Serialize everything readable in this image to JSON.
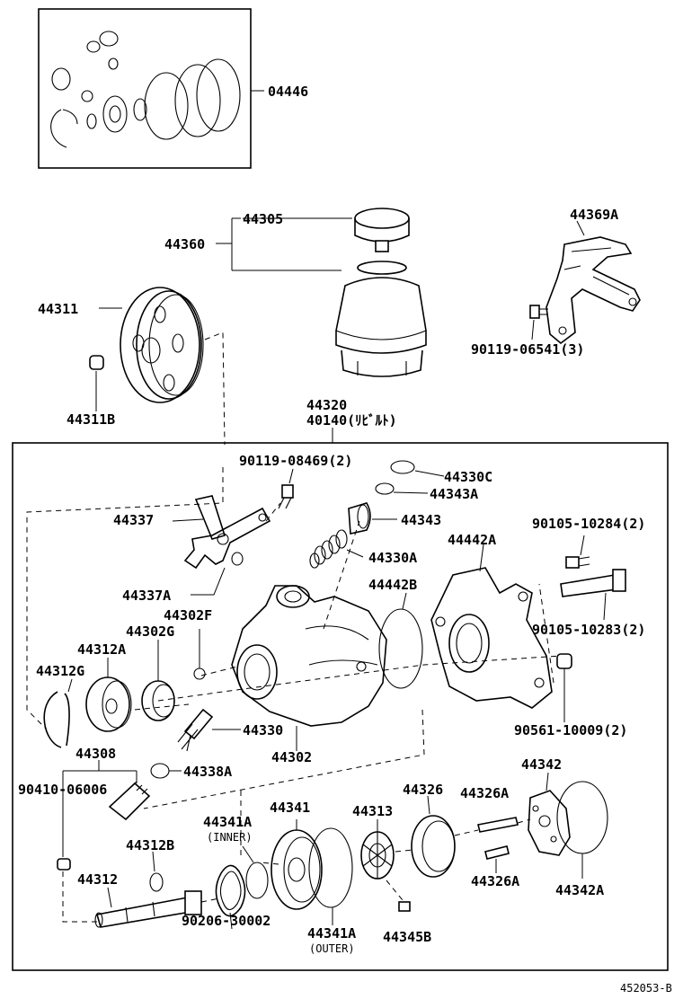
{
  "kit_box": {
    "label": "04446"
  },
  "reservoir": {
    "cap_label": "44305",
    "assembly_label": "44360"
  },
  "bracket": {
    "label": "44369A",
    "bolt_label": "90119-06541(3)"
  },
  "pulley": {
    "label": "44311",
    "nut_label": "44311B"
  },
  "pump_assembly": {
    "label": "44320",
    "rebuilt_label": "40140(ﾘﾋﾞﾙﾄ)"
  },
  "parts": {
    "p90119_08469": "90119-08469(2)",
    "p44330C": "44330C",
    "p44343A": "44343A",
    "p44343": "44343",
    "p44337": "44337",
    "p44330A": "44330A",
    "p44442A": "44442A",
    "p90105_10284": "90105-10284(2)",
    "p44442B": "44442B",
    "p44337A": "44337A",
    "p44302F": "44302F",
    "p44302G": "44302G",
    "p44312A": "44312A",
    "p44312G": "44312G",
    "p90105_10283": "90105-10283(2)",
    "p90561_10009": "90561-10009(2)",
    "p44330": "44330",
    "p44308": "44308",
    "p44302": "44302",
    "p90410_06006": "90410-06006",
    "p44338A": "44338A",
    "p44342": "44342",
    "p44341": "44341",
    "p44326": "44326",
    "p44326A_top": "44326A",
    "p44341A_inner": "44341A",
    "p44341A_inner_note": "(INNER)",
    "p44313": "44313",
    "p44312B": "44312B",
    "p44312": "44312",
    "p44326A_bottom": "44326A",
    "p44342A": "44342A",
    "p90206_30002": "90206-30002",
    "p44341A_outer": "44341A",
    "p44341A_outer_note": "(OUTER)",
    "p44345B": "44345B"
  },
  "figure_id": "452053-B"
}
